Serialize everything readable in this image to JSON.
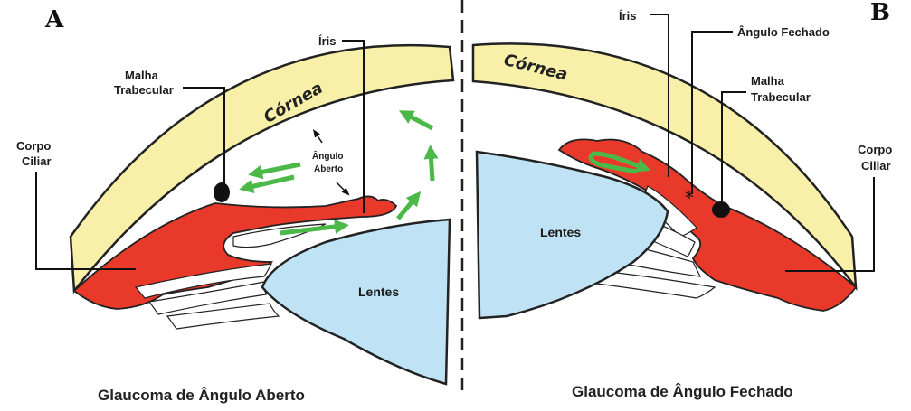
{
  "panels": {
    "a": {
      "letter": "A",
      "caption": "Glaucoma de Ângulo Aberto",
      "labels": {
        "iris": "Íris",
        "trabecular": [
          "Malha",
          "Trabecular"
        ],
        "ciliary": [
          "Corpo",
          "Ciliar"
        ],
        "cornea": "Córnea",
        "angle": [
          "Ângulo",
          "Aberto"
        ],
        "lens": "Lentes"
      }
    },
    "b": {
      "letter": "B",
      "caption": "Glaucoma de Ângulo Fechado",
      "labels": {
        "iris": "Íris",
        "closed_angle": "Ângulo Fechado",
        "trabecular": [
          "Malha",
          "Trabecular"
        ],
        "ciliary": [
          "Corpo",
          "Ciliar"
        ],
        "cornea": "Córnea",
        "lens": "Lentes"
      }
    }
  },
  "colors": {
    "cornea": "#f8f0a8",
    "iris_tissue": "#e8392a",
    "lens": "#bfe3f5",
    "flow_arrow": "#4cb848",
    "outline": "#222222"
  }
}
